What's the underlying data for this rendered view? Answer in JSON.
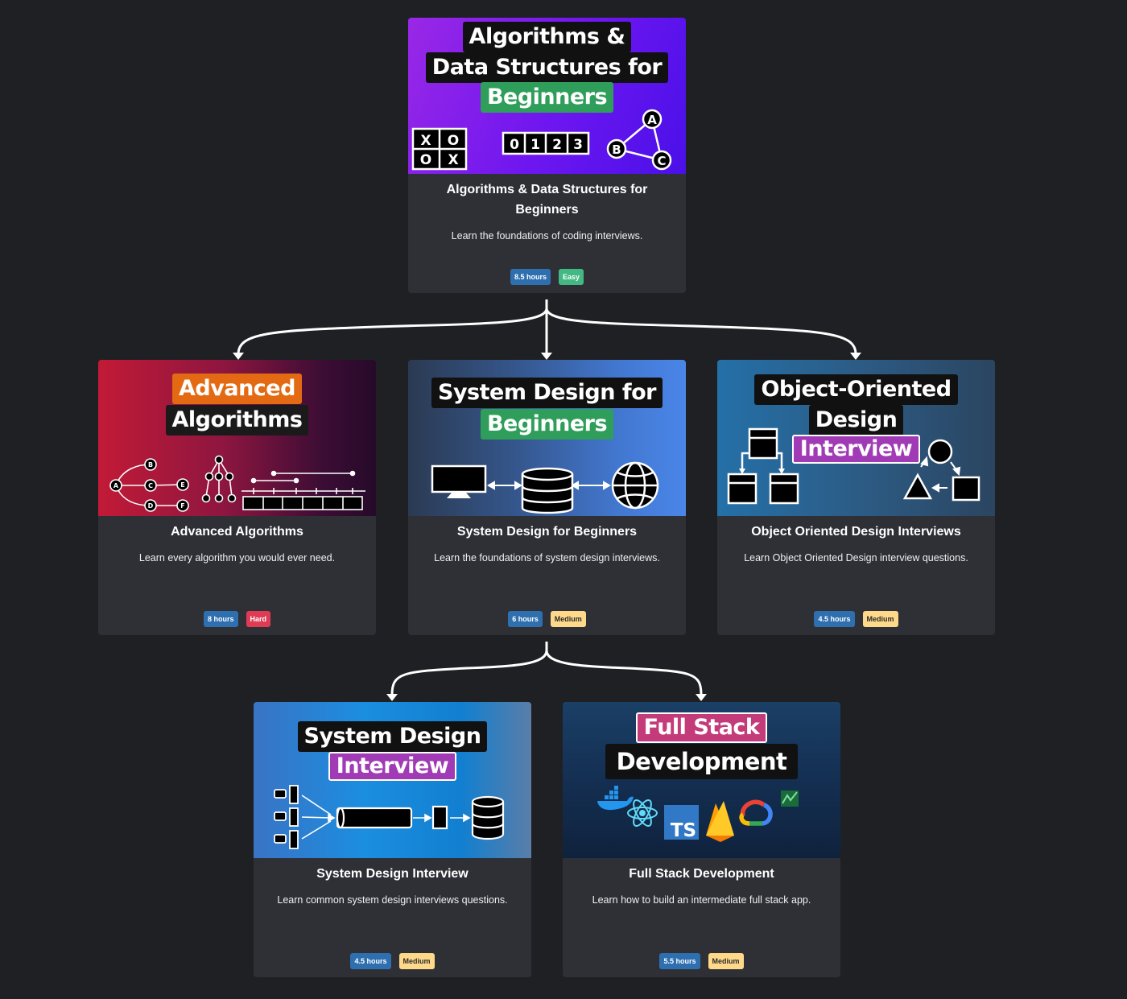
{
  "courses": [
    {
      "banner_lines": [
        [
          "Algorithms &"
        ],
        [
          "Data Structures for"
        ],
        [
          "Beginners"
        ]
      ],
      "title": "Algorithms & Data Structures for Beginners",
      "description": "Learn the foundations of coding interviews.",
      "hours": "8.5 hours",
      "difficulty": "Easy",
      "banner_icons": {
        "grid": [
          "X",
          "O",
          "O",
          "X"
        ],
        "array": [
          "0",
          "1",
          "2",
          "3"
        ],
        "graph_nodes": [
          "A",
          "B",
          "C"
        ]
      }
    },
    {
      "banner_lines": [
        [
          "Advanced"
        ],
        [
          "Algorithms"
        ]
      ],
      "title": "Advanced Algorithms",
      "description": "Learn every algorithm you would ever need.",
      "hours": "8 hours",
      "difficulty": "Hard",
      "banner_icons": {
        "graph_nodes": [
          "A",
          "B",
          "C",
          "D",
          "E",
          "F"
        ]
      }
    },
    {
      "banner_lines": [
        [
          "System Design for"
        ],
        [
          "Beginners"
        ]
      ],
      "title": "System Design for Beginners",
      "description": "Learn the foundations of system design interviews.",
      "hours": "6 hours",
      "difficulty": "Medium"
    },
    {
      "banner_lines": [
        [
          "Object-Oriented"
        ],
        [
          "Design"
        ],
        [
          "Interview"
        ]
      ],
      "title": "Object Oriented Design Interviews",
      "description": "Learn Object Oriented Design interview questions.",
      "hours": "4.5 hours",
      "difficulty": "Medium"
    },
    {
      "banner_lines": [
        [
          "System Design"
        ],
        [
          "Interview"
        ]
      ],
      "title": "System Design Interview",
      "description": "Learn common system design interviews questions.",
      "hours": "4.5 hours",
      "difficulty": "Medium"
    },
    {
      "banner_lines": [
        [
          "Full Stack"
        ],
        [
          "Development"
        ]
      ],
      "title": "Full Stack Development",
      "description": "Learn how to build an intermediate full stack app.",
      "hours": "5.5 hours",
      "difficulty": "Medium",
      "banner_icons": {
        "logos": [
          "docker-icon",
          "react-icon",
          "typescript-icon",
          "firebase-icon",
          "google-cloud-icon",
          "fastapi-icon"
        ],
        "ts_label": "TS"
      }
    }
  ],
  "colors": {
    "background": "#1f2023",
    "card": "#2e3036",
    "hours_badge": "#2e6fb0",
    "easy_badge": "#42b883",
    "hard_badge": "#e03b55",
    "medium_badge": "#ffd98a"
  }
}
